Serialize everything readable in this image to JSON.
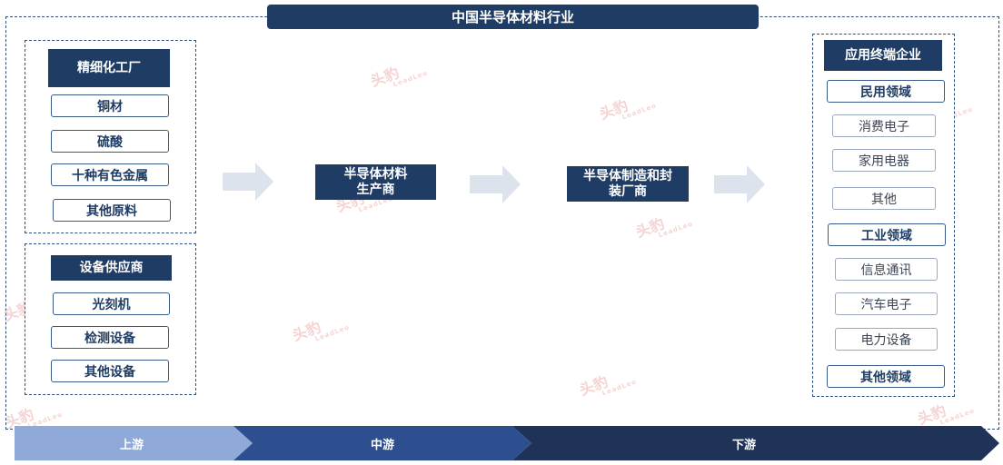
{
  "title": "中国半导体材料行业",
  "upstream": {
    "group1": {
      "header": "精细化工厂",
      "items": [
        "铜材",
        "硫酸",
        "十种有色金属",
        "其他原料"
      ]
    },
    "group2": {
      "header": "设备供应商",
      "items": [
        "光刻机",
        "检测设备",
        "其他设备"
      ]
    }
  },
  "midstream_box1": "半导体材料\n生产商",
  "midstream_box2": "半导体制造和封\n装厂商",
  "downstream": {
    "header": "应用终端企业",
    "civil": {
      "label": "民用领域",
      "items": [
        "消费电子",
        "家用电器",
        "其他"
      ]
    },
    "industrial": {
      "label": "工业领域",
      "items": [
        "信息通讯",
        "汽车电子",
        "电力设备"
      ]
    },
    "other": {
      "label": "其他领域"
    }
  },
  "stream_labels": [
    "上游",
    "中游",
    "下游"
  ],
  "watermark": {
    "text": "头豹",
    "sub": "LeadLeo"
  },
  "colors": {
    "navy": "#1f3c64",
    "band_up": "#8fa9d8",
    "band_mid": "#2e4f8f",
    "band_down": "#1e3357",
    "arrow": "#dde3ec"
  }
}
